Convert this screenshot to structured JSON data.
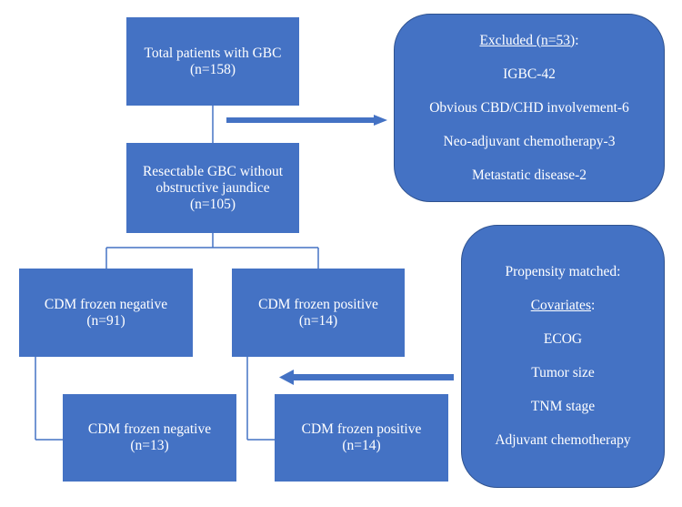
{
  "boxes": {
    "total": {
      "line1": "Total patients with GBC",
      "line2": "(n=158)"
    },
    "resectable": {
      "line1": "Resectable GBC without",
      "line2": "obstructive jaundice",
      "line3": "(n=105)"
    },
    "neg_all": {
      "line1": "CDM frozen negative",
      "line2": "(n=91)"
    },
    "pos_all": {
      "line1": "CDM frozen positive",
      "line2": "(n=14)"
    },
    "neg_matched": {
      "line1": "CDM frozen negative",
      "line2": "(n=13)"
    },
    "pos_matched": {
      "line1": "CDM frozen positive",
      "line2": "(n=14)"
    }
  },
  "excluded": {
    "title_prefix": "Excluded (n=53)",
    "title_suffix": ":",
    "items": [
      "IGBC-42",
      "Obvious CBD/CHD involvement-6",
      "Neo-adjuvant chemotherapy-3",
      "Metastatic disease-2"
    ]
  },
  "propensity": {
    "title": "Propensity matched:",
    "covariates_prefix": "Covariates",
    "covariates_suffix": ":",
    "items": [
      "ECOG",
      "Tumor size",
      "TNM stage",
      "Adjuvant chemotherapy"
    ]
  },
  "colors": {
    "box_fill": "#4472c4",
    "line": "#4472c4",
    "text": "#ffffff"
  }
}
